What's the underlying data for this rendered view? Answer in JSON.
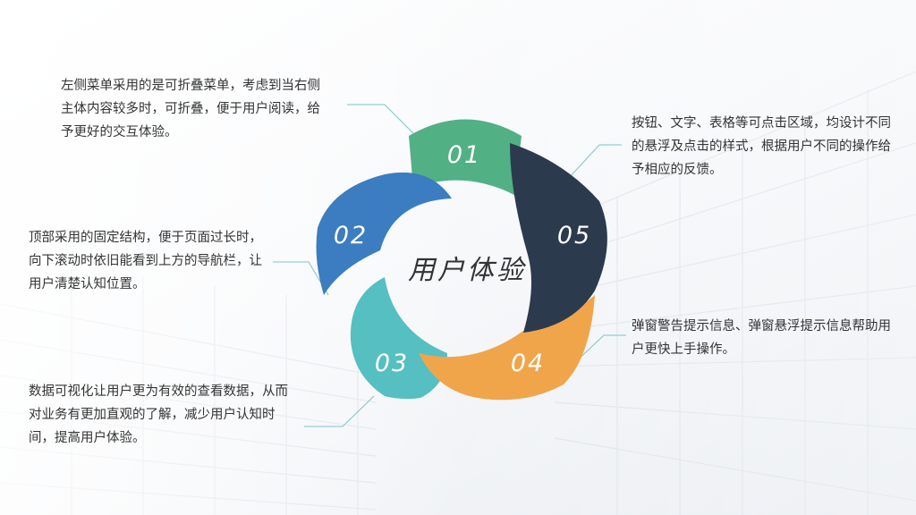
{
  "center_title": "用户体验",
  "segments": [
    {
      "number": "01",
      "color": "#52b085",
      "text": "左侧菜单采用的是可折叠菜单，考虑到当右侧主体内容较多时，可折叠，便于用户阅读，给予更好的交互体验。"
    },
    {
      "number": "02",
      "color": "#3c7cc0",
      "text": "顶部采用的固定结构，便于页面过长时，向下滚动时依旧能看到上方的导航栏，让用户清楚认知位置。"
    },
    {
      "number": "03",
      "color": "#55bfc1",
      "text": "数据可视化让用户更为有效的查看数据，从而对业务有更加直观的了解，减少用户认知时间，提高用户体验。"
    },
    {
      "number": "04",
      "color": "#f0a54a",
      "text": "弹窗警告提示信息、弹窗悬浮提示信息帮助用户更快上手操作。"
    },
    {
      "number": "05",
      "color": "#2c3a4d",
      "text": "按钮、文字、表格等可点击区域，均设计不同的悬浮及点击的样式，根据用户不同的操作给予相应的反馈。"
    }
  ]
}
